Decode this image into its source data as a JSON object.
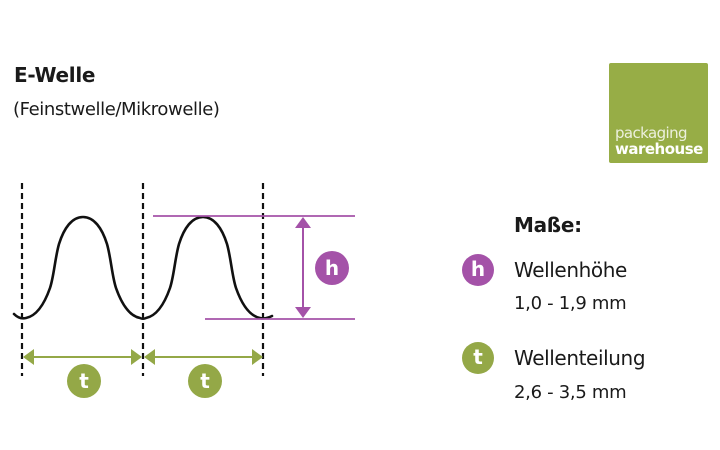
{
  "header": {
    "title": "E-Welle",
    "subtitle": "(Feinstwelle/Mikrowelle)"
  },
  "logo": {
    "line1": "packaging",
    "line2": "warehouse",
    "background": "#97ad46",
    "text_color": "#ffffff"
  },
  "colors": {
    "height_accent": "#a452a8",
    "pitch_accent": "#94a847",
    "wave": "#111111",
    "guide_dash": "#111111"
  },
  "diagram": {
    "height_marker": "h",
    "pitch_markers": [
      "t",
      "t"
    ],
    "wave_periods": 2
  },
  "legend": {
    "heading": "Maße:",
    "items": [
      {
        "icon_letter": "h",
        "icon": "height-badge",
        "label": "Wellenhöhe",
        "value": "1,0 - 1,9 mm"
      },
      {
        "icon_letter": "t",
        "icon": "pitch-badge",
        "label": "Wellenteilung",
        "value": "2,6 - 3,5 mm"
      }
    ]
  }
}
